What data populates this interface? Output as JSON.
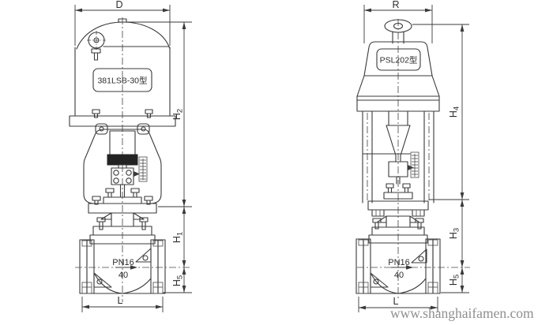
{
  "left_valve": {
    "model": "381LSB-30型",
    "pn": "PN16",
    "dn": "40",
    "dims": {
      "width": "D",
      "upper": [
        "H",
        "2"
      ],
      "middle": [
        "H",
        "1"
      ],
      "lower": [
        "H",
        "5"
      ],
      "length": "L"
    }
  },
  "right_valve": {
    "model": "PSL202型",
    "pn": "PN16",
    "dn": "40",
    "dims": {
      "width": "R",
      "upper": [
        "H",
        "4"
      ],
      "middle": [
        "H",
        "3"
      ],
      "lower": [
        "H",
        "5"
      ],
      "length": "L"
    }
  },
  "watermark": "www.shanghaifamen.com",
  "colors": {
    "line": "#3a3a3a",
    "dark_fill": "#232323",
    "watermark": "#8f8f8f",
    "background": "#ffffff"
  }
}
